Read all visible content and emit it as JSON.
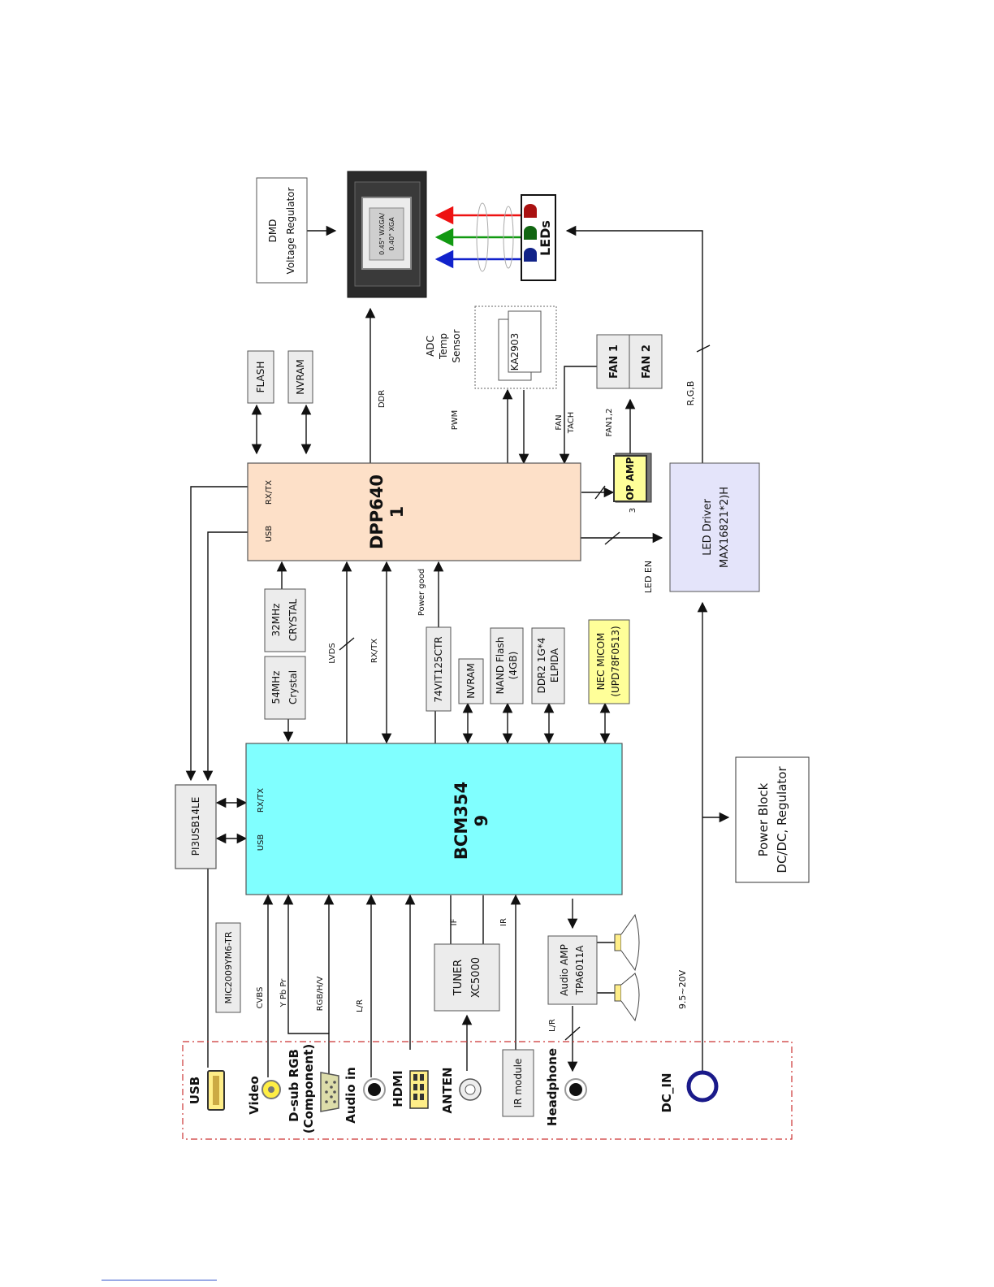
{
  "colors": {
    "dpp": "#fde0c8",
    "bcm": "#80ffff",
    "led_driver": "#e4e4fa",
    "micom": "#ffff99",
    "gray_box": "#ececec",
    "io_border": "#cc3333",
    "red": "#ee1111",
    "green": "#119911",
    "blue": "#1122cc",
    "dc_in": "#1a1a8a"
  },
  "chips": {
    "dpp_line1": "DPP640",
    "dpp_line2": "1",
    "bcm_line1": "BCM354",
    "bcm_line2": "9",
    "pi3": "PI3USB14LE",
    "mic": "MIC2009YM6-TR",
    "flash": "FLASH",
    "nvram_top": "NVRAM",
    "dmd_line1": "DMD",
    "dmd_line2": "Voltage Regulator",
    "dmd_panel_line1": "0.45\" WXGA/",
    "dmd_panel_line2": "0.40\" XGA",
    "leds": "LEDs",
    "adc_line1": "ADC",
    "adc_line2": "Temp",
    "adc_line3": "Sensor",
    "ka2903": "KA2903",
    "fan1": "FAN 1",
    "fan2": "FAN 2",
    "op_amp": "OP AMP",
    "led_driver_line1": "LED Driver",
    "led_driver_line2": "MAX16821*2)H",
    "xtal54_line1": "54MHz",
    "xtal54_line2": "Crystal",
    "xtal32_line1": "32MHz",
    "xtal32_line2": "CRYSTAL",
    "ctr": "74VIT125CTR",
    "nvram_mid": "NVRAM",
    "nand_line1": "NAND Flash",
    "nand_line2": "(4GB)",
    "ddr2_line1": "DDR2 1G*4",
    "ddr2_line2": "ELPIDA",
    "micom_line1": "NEC MICOM",
    "micom_line2": "(UPD78F0513)",
    "power_line1": "Power Block",
    "power_line2": "DC/DC, Regulator",
    "tuner_line1": "TUNER",
    "tuner_line2": "XC5000",
    "audio_amp_line1": "Audio AMP",
    "audio_amp_line2": "TPA6011A",
    "ir_module": "IR module"
  },
  "signals": {
    "usb_dpp": "USB",
    "rxtx_dpp": "RX/TX",
    "usb_bcm": "USB",
    "rxtx_bcm": "RX/TX",
    "lvds": "LVDS",
    "rxtx_mid": "RX/TX",
    "power_good": "Power good",
    "ddr": "DDR",
    "pwm": "PWM",
    "fan_tach_line1": "FAN",
    "fan_tach_line2": "TACH",
    "fan12": "FAN1,2",
    "three": "3",
    "led_en": "LED EN",
    "rgb": "R,G,B",
    "cvbs": "CVBS",
    "ypbpr": "Y Pb Pr",
    "rgbhv": "RGB/H/V",
    "lr_in": "L/R",
    "if": "IF",
    "ir": "IR",
    "lr_out": "L/R",
    "volts": "9.5~20V"
  },
  "io": {
    "usb": "USB",
    "video": "Video",
    "dsub_line1": "D-sub RGB",
    "dsub_line2": "(Component)",
    "audio_in": "Audio in",
    "hdmi": "HDMI",
    "anten": "ANTEN",
    "headphone": "Headphone",
    "dc_in": "DC_IN"
  }
}
